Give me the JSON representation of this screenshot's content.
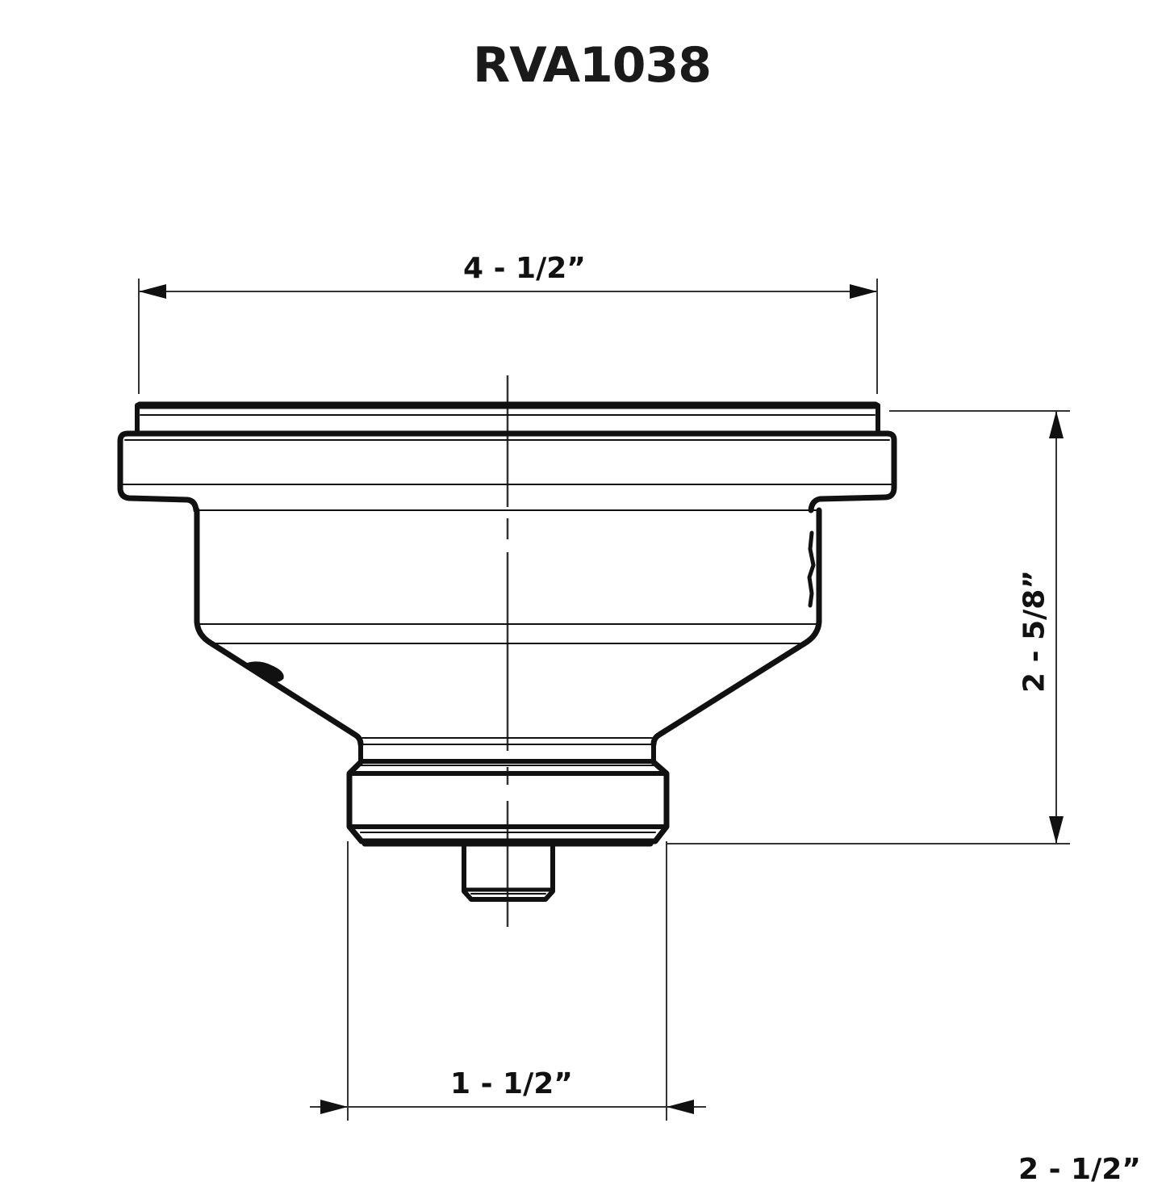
{
  "drawing": {
    "title": "RVA1038",
    "dimensions": {
      "overall_width": "4 - 1/2”",
      "overall_height": "2 - 5/8”",
      "outlet_width": "1 - 1/2”",
      "partial_cut_off": "2 - 1/2”"
    },
    "colors": {
      "line": "#111111",
      "dimension_line": "#444444",
      "background": "#ffffff"
    }
  }
}
